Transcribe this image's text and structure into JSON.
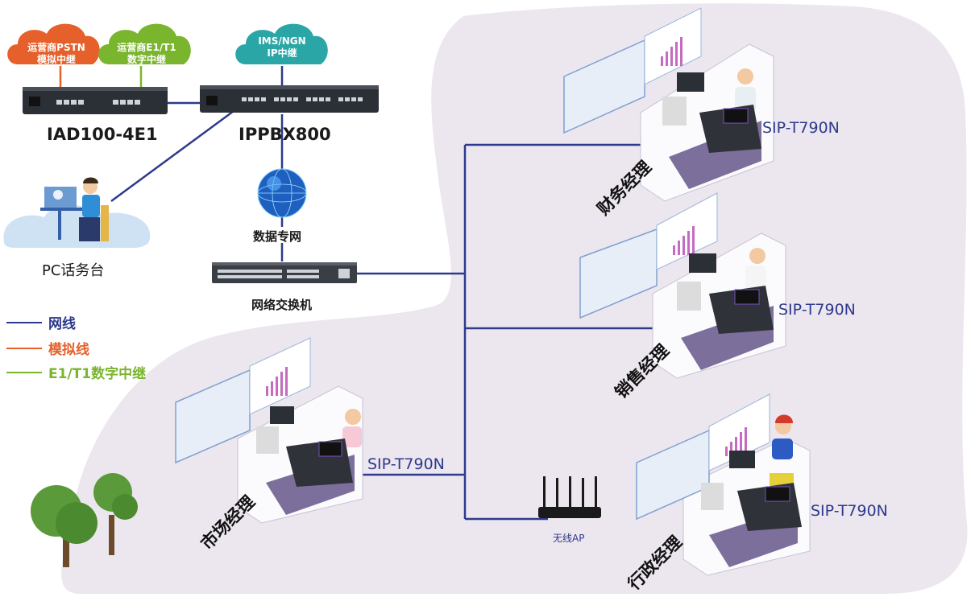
{
  "clouds": {
    "pstn": {
      "line1": "运营商PSTN",
      "line2": "模拟中继",
      "color": "#e5602a"
    },
    "e1": {
      "line1": "运营商E1/T1",
      "line2": "数字中继",
      "color": "#7ab52e"
    },
    "ims": {
      "line1": "IMS/NGN",
      "line2": "IP中继",
      "color": "#2aa6a6"
    }
  },
  "devices": {
    "iad": "IAD100-4E1",
    "ippbx": "IPPBX800",
    "globe": "数据专网",
    "switch": "网络交换机",
    "pc": "PC话务台",
    "ap": "无线AP"
  },
  "offices": {
    "finance": {
      "name": "财务经理",
      "phone": "SIP-T790N"
    },
    "sales": {
      "name": "销售经理",
      "phone": "SIP-T790N"
    },
    "market": {
      "name": "市场经理",
      "phone": "SIP-T790N"
    },
    "admin": {
      "name": "行政经理",
      "phone": "SIP-T790N"
    }
  },
  "legend": {
    "network": {
      "label": "网线",
      "color": "#2e3a8c"
    },
    "analog": {
      "label": "模拟线",
      "color": "#e5602a"
    },
    "digital": {
      "label": "E1/T1数字中继",
      "color": "#7ab52e"
    }
  },
  "colors": {
    "area": "#ece6ee",
    "line": "#2e3a8c",
    "floor": "#7c6f9c",
    "desk": "#f4f4f4"
  }
}
